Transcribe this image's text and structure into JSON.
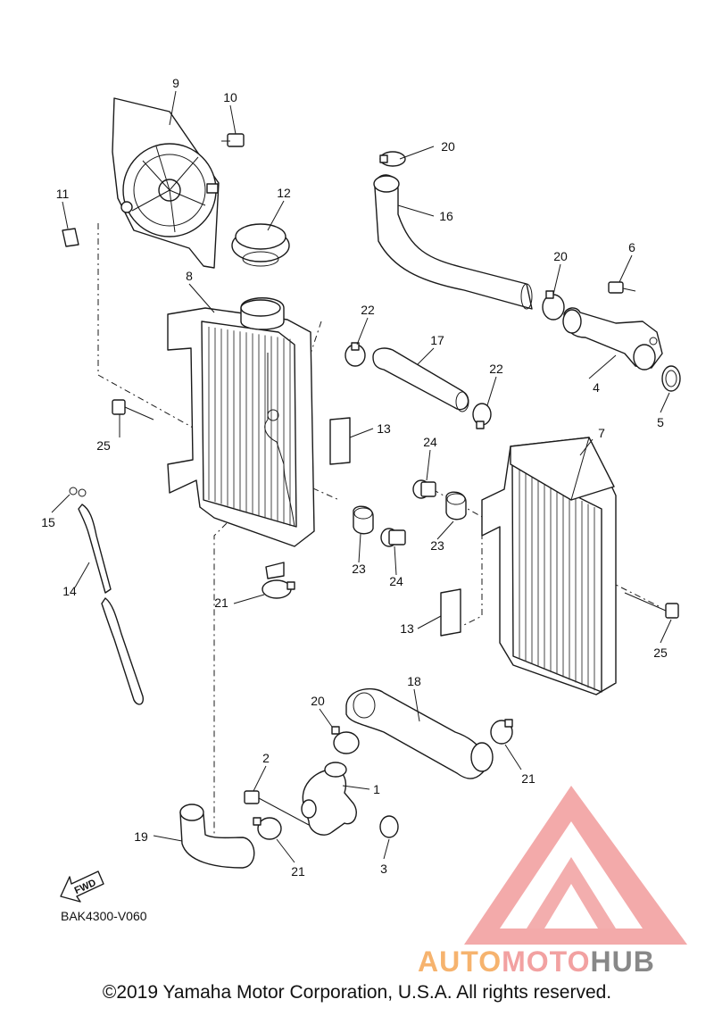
{
  "diagram": {
    "code": "BAK4300-V060",
    "direction_label": "FWD",
    "copyright": "©2019 Yamaha Motor Corporation, U.S.A. All rights reserved.",
    "callouts": [
      "1",
      "2",
      "3",
      "4",
      "5",
      "6",
      "7",
      "8",
      "9",
      "10",
      "11",
      "12",
      "13",
      "14",
      "15",
      "16",
      "17",
      "18",
      "19",
      "20",
      "21",
      "22",
      "23",
      "24",
      "25"
    ]
  },
  "watermark": {
    "part1": "AUTO",
    "part2": "MOTO",
    "part3": "HUB",
    "colors": {
      "orange": "#f5a14a",
      "pink": "#ef8a8a",
      "gray": "#6b6b6b"
    }
  }
}
